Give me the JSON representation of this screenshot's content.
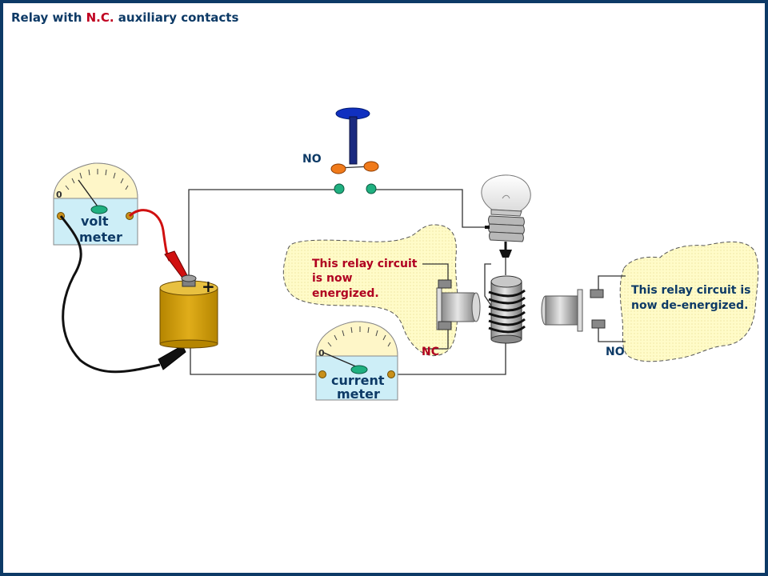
{
  "title": {
    "prefix": "Relay with ",
    "highlight": "N.C.",
    "suffix": " auxiliary contacts"
  },
  "labels": {
    "switch_no": "NO",
    "volt_meter_line1": "volt",
    "volt_meter_line2": "meter",
    "volt_meter_zero": "0",
    "current_meter_line1": "current",
    "current_meter_line2": "meter",
    "current_meter_zero": "0",
    "battery_plus": "+",
    "nc_contact": "NC",
    "no_contact": "NO",
    "left_circuit_line1": "This relay circuit",
    "left_circuit_line2": "is now",
    "left_circuit_line3": "energized.",
    "right_circuit_line1": "This relay circuit is",
    "right_circuit_line2": "now de-energized."
  },
  "colors": {
    "frame": "#0d3a66",
    "title_text": "#0d3a66",
    "title_highlight": "#c00020",
    "energized_text": "#b00020",
    "deenergized_text": "#0d3a66",
    "cloud_fill": "#fffbc8",
    "meter_face": "#fef6c8",
    "meter_body": "#cdeef7",
    "battery": "#d4a000",
    "switch_knob": "#1030c0",
    "contact_orange": "#f07a1a",
    "contact_green": "#20b080"
  }
}
